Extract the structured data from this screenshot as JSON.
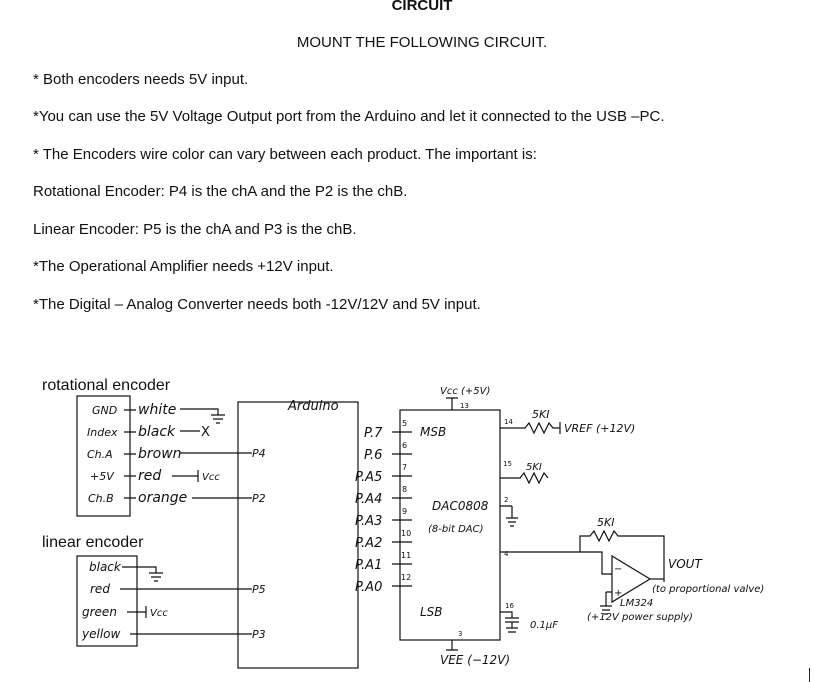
{
  "doc": {
    "title": "CIRCUIT",
    "subtitle": "MOUNT THE FOLLOWING CIRCUIT.",
    "lines": [
      "* Both encoders needs 5V input.",
      "*You can use the 5V Voltage Output port from the Arduino and let it connected to the USB –PC.",
      "* The Encoders wire color can vary between each product. The important is:",
      "Rotational Encoder: P4 is the chA and the P2 is the chB.",
      "Linear Encoder: P5 is the chA and P3 is the chB.",
      "*The Operational Amplifier needs +12V input.",
      "*The Digital – Analog Converter needs both -12V/12V and 5V input."
    ]
  },
  "schematic": {
    "rot_title": "rotational encoder",
    "lin_title": "linear encoder",
    "rot_pins": [
      "GND",
      "Index",
      "Ch.A",
      "+5V",
      "Ch.B"
    ],
    "rot_wires": [
      "white",
      "black",
      "brown",
      "red",
      "orange"
    ],
    "lin_wires": [
      "black",
      "red",
      "green",
      "yellow"
    ],
    "x_mark": "X",
    "vcc": "Vcc",
    "ard_labels": [
      "P4",
      "P2",
      "P5",
      "P3"
    ],
    "arduino_title": "Arduino",
    "ard_pins": [
      "P.7",
      "P.6",
      "P.A5",
      "P.A4",
      "P.A3",
      "P.A2",
      "P.A1",
      "P.A0"
    ],
    "dac_pin_nums": [
      "5",
      "6",
      "7",
      "8",
      "9",
      "10",
      "11",
      "12"
    ],
    "dac_top_label": "Vcc (+5V)",
    "dac_top_pin": "13",
    "msb": "MSB",
    "lsb": "LSB",
    "dac_name": "DAC0808",
    "dac_bits": "(8-bit DAC)",
    "dac_right_pins": [
      "14",
      "15",
      "2",
      "4",
      "16"
    ],
    "dac_bottom_pin": "3",
    "vee": "VEE (−12V)",
    "r1": "5KI",
    "vref": "VREF (+12V)",
    "r2": "5KI",
    "r3": "5KI",
    "cap": "0.1µF",
    "lm": "LM324",
    "lm_supply": "(+12V power supply)",
    "vout": "VOUT",
    "vout_note": "(to proportional valve)"
  }
}
